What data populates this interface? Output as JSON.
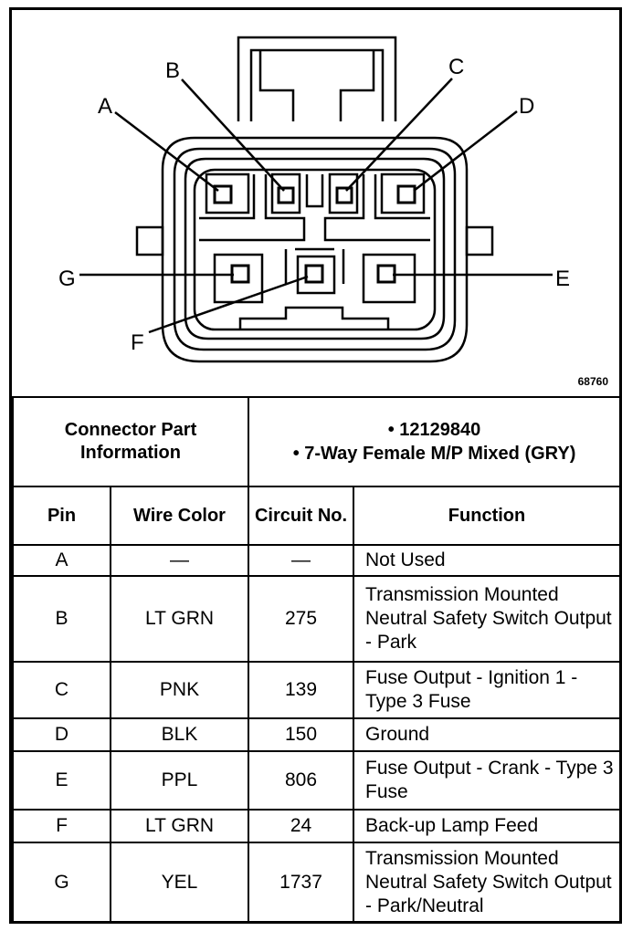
{
  "diagram": {
    "figure_number": "68760",
    "pin_labels": [
      "A",
      "B",
      "C",
      "D",
      "E",
      "F",
      "G"
    ]
  },
  "connector": {
    "info_label": "Connector Part Information",
    "part_lines": [
      "• 12129840",
      "• 7-Way Female M/P Mixed (GRY)"
    ]
  },
  "table": {
    "headers": {
      "pin": "Pin",
      "wire_color": "Wire Color",
      "circuit": "Circuit No.",
      "function": "Function"
    },
    "rows": [
      {
        "pin": "A",
        "wire": "—",
        "circuit": "—",
        "function": "Not Used"
      },
      {
        "pin": "B",
        "wire": "LT GRN",
        "circuit": "275",
        "function": "Transmission Mounted Neutral Safety Switch Output - Park"
      },
      {
        "pin": "C",
        "wire": "PNK",
        "circuit": "139",
        "function": "Fuse Output - Ignition 1 - Type 3 Fuse"
      },
      {
        "pin": "D",
        "wire": "BLK",
        "circuit": "150",
        "function": "Ground"
      },
      {
        "pin": "E",
        "wire": "PPL",
        "circuit": "806",
        "function": "Fuse Output - Crank - Type 3 Fuse"
      },
      {
        "pin": "F",
        "wire": "LT GRN",
        "circuit": "24",
        "function": "Back-up Lamp Feed"
      },
      {
        "pin": "G",
        "wire": "YEL",
        "circuit": "1737",
        "function": "Transmission Mounted Neutral Safety Switch Output - Park/Neutral"
      }
    ]
  }
}
